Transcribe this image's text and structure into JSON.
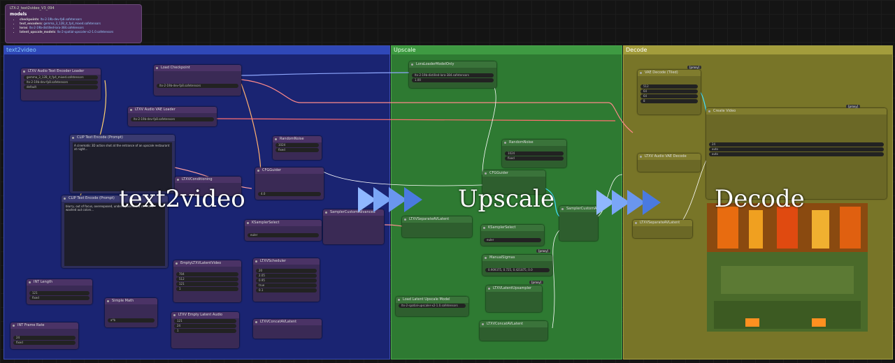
{
  "window": {
    "title": "LTX-2_text2video_V3_094"
  },
  "notes": {
    "heading": "models",
    "items": [
      {
        "key": "checkpoints",
        "value": "ltx-2-19b-dev-fp8.safetensors"
      },
      {
        "key": "text_encoders",
        "value": "gemma_3_12B_it_fp4_mixed.safetensors"
      },
      {
        "key": "loras",
        "value": "ltx-2-19b-distilled-lora-384.safetensors"
      },
      {
        "key": "latent_upscale_models",
        "value": "ltx-2-spatial-upscaler-x2-1.0.safetensors"
      }
    ]
  },
  "groups": {
    "t2v": "text2video",
    "upscale": "Upscale",
    "decode": "Decode"
  },
  "overlay": {
    "t2v": "text2video",
    "upscale": "Upscale",
    "decode": "Decode"
  },
  "nodes": {
    "audio_text_encoder": {
      "title": "LTXV Audio Text Encoder Loader",
      "rows": [
        "gemma_3_12B_it_fp4_mixed.safetensors",
        "ltx-2-19b-dev-fp8.safetensors",
        "default"
      ]
    },
    "load_checkpoint": {
      "title": "Load Checkpoint",
      "rows": [
        "ltx-2-19b-dev-fp8.safetensors"
      ]
    },
    "audio_vae": {
      "title": "LTXV Audio VAE Loader",
      "rows": [
        "ltx-2-19b-dev-fp8.safetensors"
      ]
    },
    "clip_pos": {
      "title": "CLIP Text Encode (Prompt)",
      "text": "A cinematic 3D action shot at the entrance of an upscale restaurant at night..."
    },
    "clip_neg": {
      "title": "CLIP Text Encode (Prompt)",
      "text": "blurry, out of focus, overexposed, underexposed, low contrast, washed out colors..."
    },
    "conditioning": {
      "title": "LTXVConditioning"
    },
    "random_noise": {
      "title": "RandomNoise",
      "rows": [
        "1024",
        "fixed"
      ]
    },
    "cfg_guider": {
      "title": "CFGGuider",
      "rows": [
        "4.0"
      ]
    },
    "ksampler_select": {
      "title": "KSamplerSelect",
      "rows": [
        "euler"
      ]
    },
    "sampler_custom": {
      "title": "SamplerCustomAdvanced"
    },
    "int_length": {
      "title": "INT Length",
      "rows": [
        "121",
        "fixed"
      ]
    },
    "int_fps": {
      "title": "INT Frame Rate",
      "rows": [
        "24",
        "fixed"
      ]
    },
    "simple_math": {
      "title": "Simple Math",
      "rows": [
        "a*b"
      ]
    },
    "empty_latent": {
      "title": "EmptyLTXVLatentVideo",
      "rows": [
        "704",
        "512",
        "121",
        "1"
      ]
    },
    "ltxv_scheduler": {
      "title": "LTXVScheduler",
      "rows": [
        "20",
        "2.05",
        "0.95",
        "true",
        "0.1"
      ]
    },
    "empty_audio": {
      "title": "LTXV Empty Latent Audio",
      "rows": [
        "121",
        "24",
        "1"
      ]
    },
    "concat": {
      "title": "LTXVConcatAVLatent"
    },
    "lora": {
      "title": "LoraLoaderModelOnly",
      "rows": [
        "ltx-2-19b-distilled-lora-384.safetensors",
        "1.00"
      ]
    },
    "random_noise2": {
      "title": "RandomNoise",
      "rows": [
        "1024",
        "fixed"
      ]
    },
    "cfg2": {
      "title": "CFGGuider"
    },
    "separate": {
      "title": "LTXVSeparateAVLatent"
    },
    "ksampler2": {
      "title": "KSamplerSelect",
      "rows": [
        "euler"
      ]
    },
    "manual_sigmas": {
      "title": "ManualSigmas",
      "rows": [
        "0.909375, 0.725, 0.421875, 0.0"
      ]
    },
    "latent_upsampler": {
      "title": "LTXVLatentUpsampler"
    },
    "upscale_loader": {
      "title": "Load Latent Upscale Model",
      "rows": [
        "ltx-2-spatial-upscaler-x2-1.0.safetensors"
      ]
    },
    "concat2": {
      "title": "LTXVConcatAVLatent"
    },
    "sampler2": {
      "title": "SamplerCustomAdvanced"
    },
    "vae_decode_tiled": {
      "title": "VAE Decode (Tiled)",
      "rows": [
        "512",
        "64",
        "64",
        "8"
      ]
    },
    "audio_vae_decode": {
      "title": "LTXV Audio VAE Decode"
    },
    "separate2": {
      "title": "LTXVSeparateAVLatent"
    },
    "create_video": {
      "title": "Create Video",
      "rows": [
        "24",
        "auto",
        "auto"
      ]
    }
  },
  "badges": {
    "b1": "[proxy]",
    "b2": "[proxy]",
    "b3": "[proxy]",
    "b4": "[proxy]"
  },
  "colors": {
    "t2v": "#1a2472",
    "upscale": "#2e7a32",
    "decode": "#787528",
    "arrow": "#7aaaf0"
  }
}
